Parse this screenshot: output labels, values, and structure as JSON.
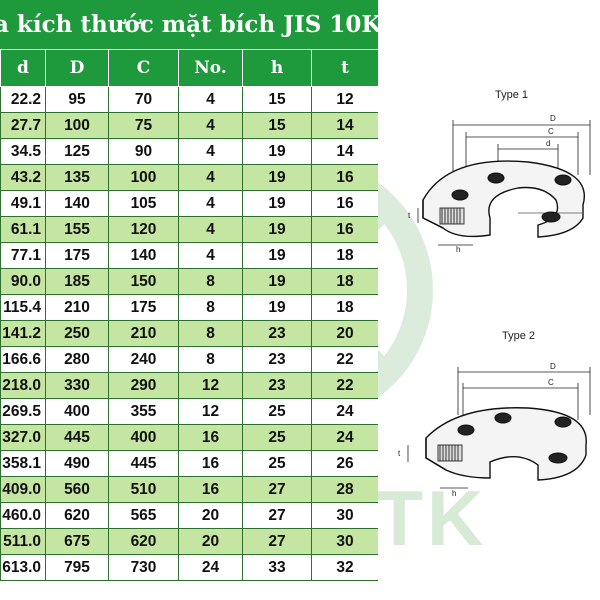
{
  "title": "a kích thước mặt bích JIS 10K",
  "columns": [
    "d",
    "D",
    "C",
    "No.",
    "h",
    "t"
  ],
  "rows": [
    [
      "22.2",
      "95",
      "70",
      "4",
      "15",
      "12"
    ],
    [
      "27.7",
      "100",
      "75",
      "4",
      "15",
      "14"
    ],
    [
      "34.5",
      "125",
      "90",
      "4",
      "19",
      "14"
    ],
    [
      "43.2",
      "135",
      "100",
      "4",
      "19",
      "16"
    ],
    [
      "49.1",
      "140",
      "105",
      "4",
      "19",
      "16"
    ],
    [
      "61.1",
      "155",
      "120",
      "4",
      "19",
      "16"
    ],
    [
      "77.1",
      "175",
      "140",
      "4",
      "19",
      "18"
    ],
    [
      "90.0",
      "185",
      "150",
      "8",
      "19",
      "18"
    ],
    [
      "115.4",
      "210",
      "175",
      "8",
      "19",
      "18"
    ],
    [
      "141.2",
      "250",
      "210",
      "8",
      "23",
      "20"
    ],
    [
      "166.6",
      "280",
      "240",
      "8",
      "23",
      "22"
    ],
    [
      "218.0",
      "330",
      "290",
      "12",
      "23",
      "22"
    ],
    [
      "269.5",
      "400",
      "355",
      "12",
      "25",
      "24"
    ],
    [
      "327.0",
      "445",
      "400",
      "16",
      "25",
      "24"
    ],
    [
      "358.1",
      "490",
      "445",
      "16",
      "25",
      "26"
    ],
    [
      "409.0",
      "560",
      "510",
      "16",
      "27",
      "28"
    ],
    [
      "460.0",
      "620",
      "565",
      "20",
      "27",
      "30"
    ],
    [
      "511.0",
      "675",
      "620",
      "20",
      "27",
      "30"
    ],
    [
      "613.0",
      "795",
      "730",
      "24",
      "33",
      "32"
    ]
  ],
  "diagram": {
    "type1_label": "Type 1",
    "type2_label": "Type 2",
    "dim_D": "D",
    "dim_C": "C",
    "dim_d": "d",
    "dim_t": "t",
    "dim_h": "h"
  },
  "watermark": {
    "text": "IPROXTK",
    "color": "#cfe5cf"
  },
  "colors": {
    "header_green": "#1e9a3c",
    "row_alt_green": "#c5e6a2"
  }
}
